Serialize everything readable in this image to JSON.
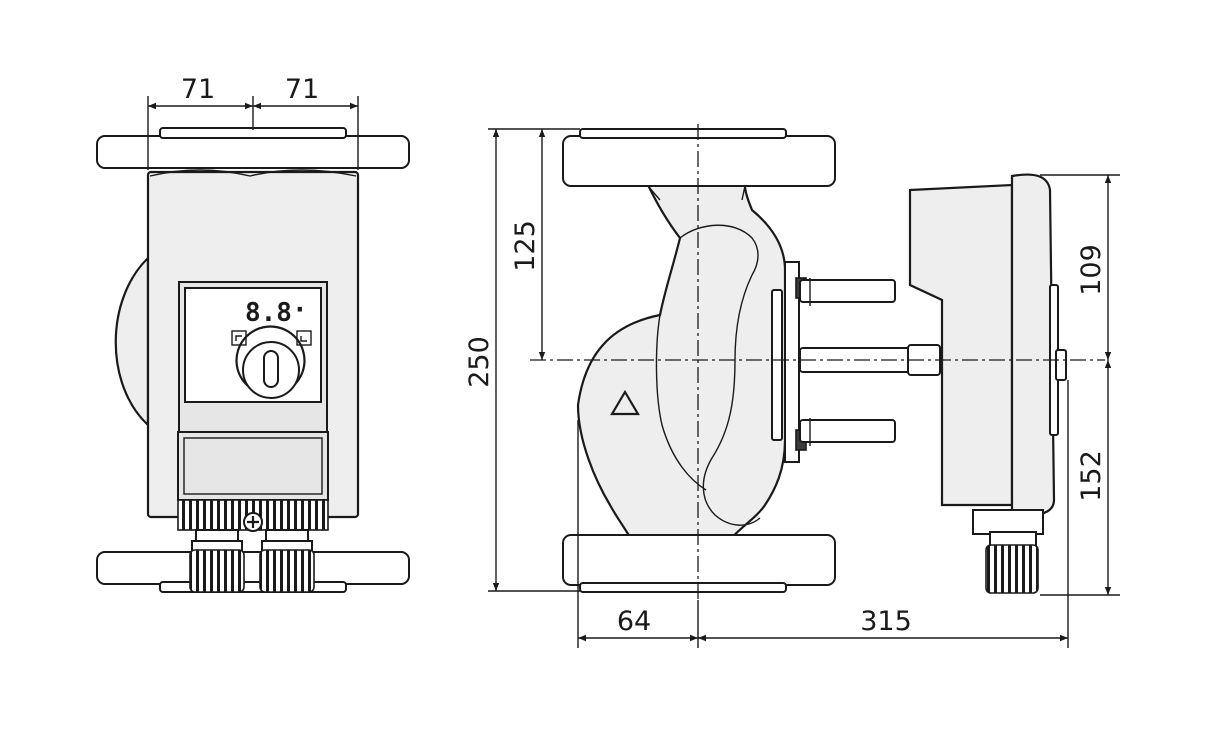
{
  "dimensions": {
    "front_left_half": "71",
    "front_right_half": "71",
    "total_height": "250",
    "axis_height": "125",
    "motor_top": "109",
    "motor_bottom": "152",
    "axis_to_flange_face": "64",
    "total_length": "315"
  },
  "display": {
    "digits": "8.8",
    "dot": "·"
  },
  "icons": {
    "mode_left": "square-bracket-icon",
    "mode_right": "square-bracket-icon",
    "knob": "rotary-knob-icon",
    "flow_arrow": "triangle-icon",
    "screw": "screw-icon"
  }
}
